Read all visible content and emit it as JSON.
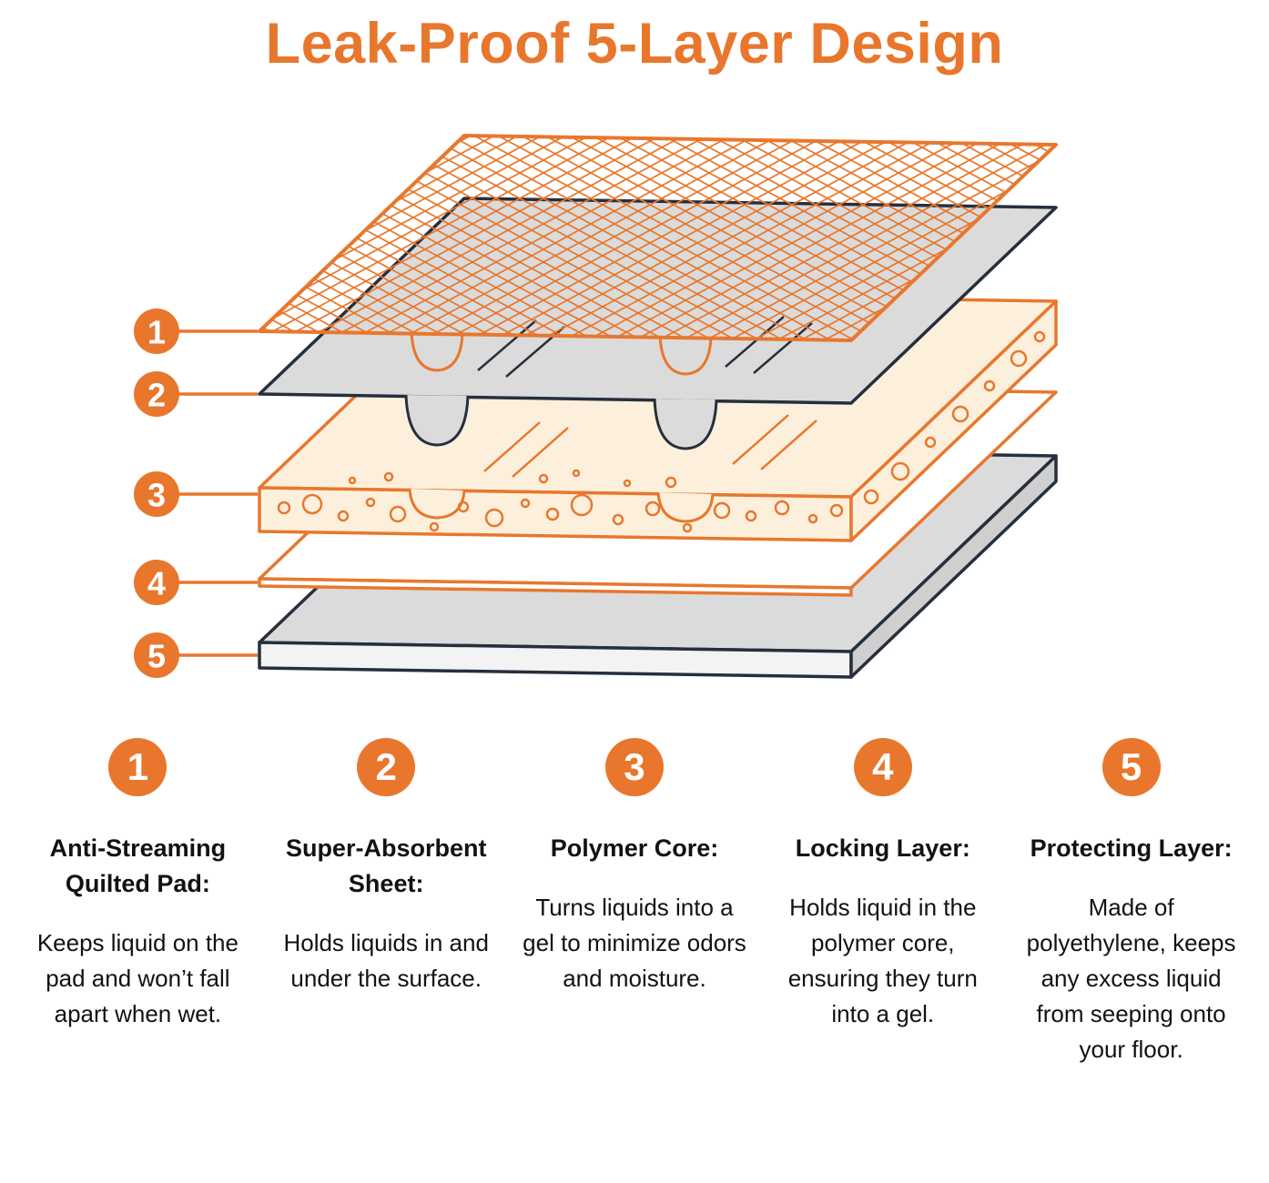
{
  "title": "Leak-Proof 5-Layer Design",
  "colors": {
    "accent": "#E8772D",
    "outline_navy": "#252F3D"
  },
  "diagram": {
    "callouts": [
      "1",
      "2",
      "3",
      "4",
      "5"
    ]
  },
  "layers": [
    {
      "number": "1",
      "heading": "Anti-Streaming Quilted Pad:",
      "description": "Keeps liquid on the pad and won’t fall apart when wet."
    },
    {
      "number": "2",
      "heading": "Super-Absorbent Sheet:",
      "description": "Holds liquids in and under the surface."
    },
    {
      "number": "3",
      "heading": "Polymer Core:",
      "description": "Turns liquids into a gel to minimize odors and moisture."
    },
    {
      "number": "4",
      "heading": "Locking Layer:",
      "description": "Holds liquid in the polymer core, ensuring they turn into a gel."
    },
    {
      "number": "5",
      "heading": "Protecting Layer:",
      "description": "Made of polyethylene, keeps any excess liquid from seeping onto your floor."
    }
  ]
}
